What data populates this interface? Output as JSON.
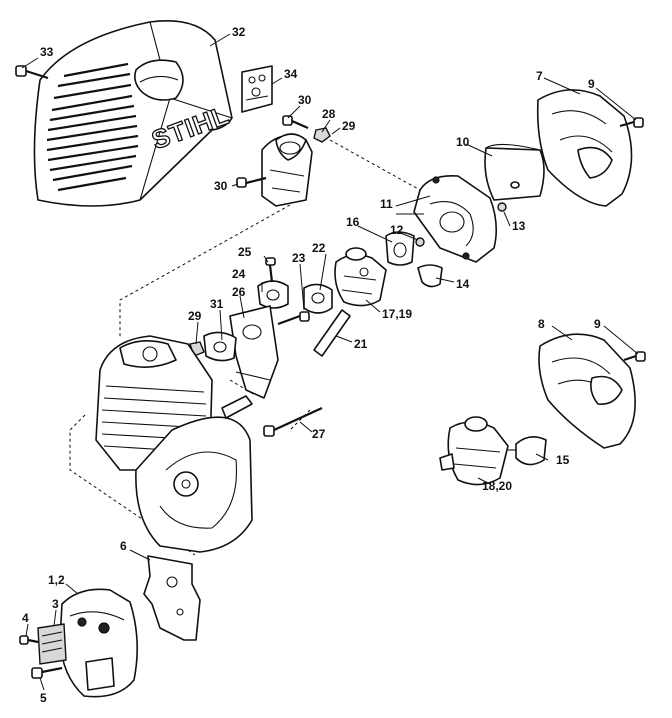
{
  "brand": "STIHL",
  "callouts": {
    "c1_2": "1,2",
    "c3": "3",
    "c4": "4",
    "c5": "5",
    "c6": "6",
    "c7": "7",
    "c8": "8",
    "c9a": "9",
    "c9b": "9",
    "c10": "10",
    "c11": "11",
    "c12": "12",
    "c13": "13",
    "c14": "14",
    "c15": "15",
    "c16": "16",
    "c17_19": "17,19",
    "c18_20": "18,20",
    "c21": "21",
    "c22": "22",
    "c23": "23",
    "c24": "24",
    "c25": "25",
    "c26": "26",
    "c27": "27",
    "c28": "28",
    "c29a": "29",
    "c29b": "29",
    "c30a": "30",
    "c30b": "30",
    "c31": "31",
    "c32": "32",
    "c33": "33",
    "c34": "34"
  }
}
